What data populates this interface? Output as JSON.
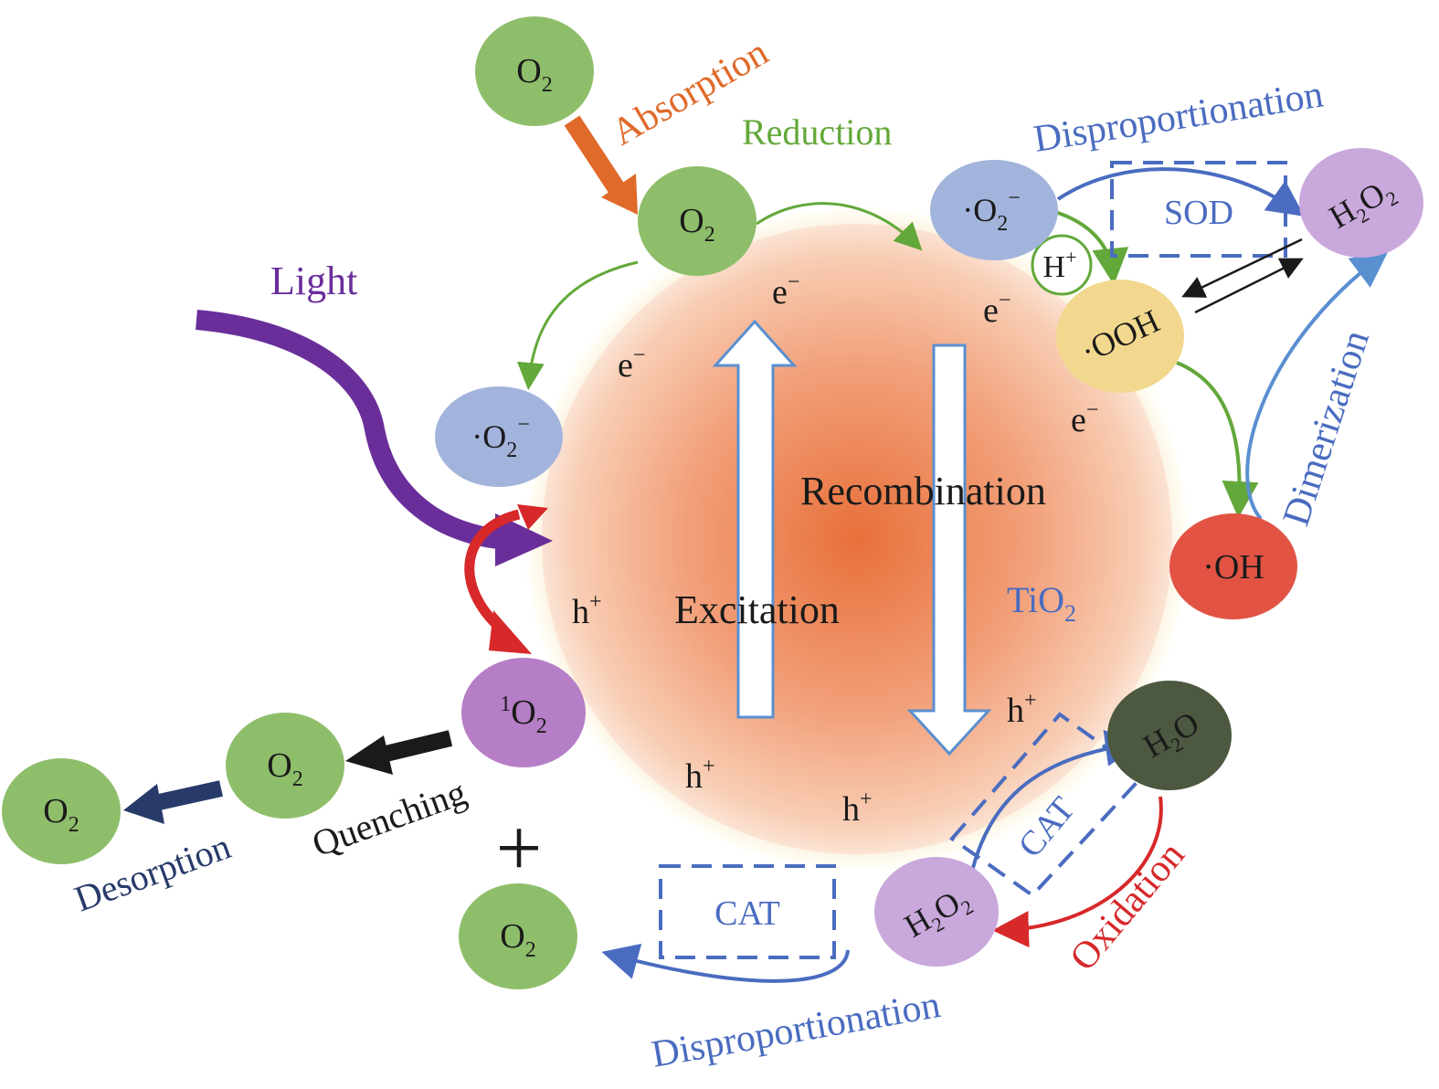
{
  "colors": {
    "o2": "#8fbe6b",
    "superoxide": "#a3b4dc",
    "peroxide": "#c9a8dc",
    "ooh": "#f2d88e",
    "oh": "#e25344",
    "singlet": "#b67ec6",
    "water": "#4c5840",
    "orange": "#e06a2a",
    "green": "#63a83a",
    "blue": "#4a6cc0",
    "lightblue": "#5a8fd0",
    "purple": "#6a2e9a",
    "red": "#d7282a",
    "navy": "#283a6a",
    "black": "#1a1a1a"
  },
  "particle": {
    "label_main": "TiO",
    "label_sub": "2"
  },
  "electrons": [
    {
      "text": "e",
      "sup": "−"
    },
    {
      "text": "e",
      "sup": "−"
    },
    {
      "text": "e",
      "sup": "−"
    },
    {
      "text": "e",
      "sup": "−"
    }
  ],
  "holes": [
    {
      "text": "h",
      "sup": "+"
    },
    {
      "text": "h",
      "sup": "+"
    },
    {
      "text": "h",
      "sup": "+"
    },
    {
      "text": "h",
      "sup": "+"
    }
  ],
  "species": {
    "o2_top": {
      "text": "O",
      "sub": "2"
    },
    "o2_surface": {
      "text": "O",
      "sub": "2"
    },
    "superoxide_left": {
      "text": "·O",
      "sub": "2",
      "sup": "−"
    },
    "superoxide_right": {
      "text": "·O",
      "sub": "2",
      "sup": "−"
    },
    "h2o2_top": {
      "a": "H",
      "b": "O",
      "sub": "2"
    },
    "ooh": {
      "text": "·OOH"
    },
    "oh": {
      "text": "·OH"
    },
    "singlet_o2": {
      "pre": "1",
      "text": "O",
      "sub": "2"
    },
    "o2_quench": {
      "text": "O",
      "sub": "2"
    },
    "o2_desorb": {
      "text": "O",
      "sub": "2"
    },
    "o2_bottom": {
      "text": "O",
      "sub": "2"
    },
    "h2o": {
      "a": "H",
      "sub": "2",
      "b": "O"
    },
    "h2o2_bottom": {
      "a": "H",
      "b": "O",
      "sub": "2"
    },
    "hplus": {
      "text": "H",
      "sup": "+"
    }
  },
  "labels": {
    "absorption": "Absorption",
    "reduction": "Reduction",
    "disproportionation_top": "Disproportionation",
    "sod": "SOD",
    "light": "Light",
    "excitation": "Excitation",
    "recombination": "Recombination",
    "dimerization": "Dimerization",
    "quenching": "Quenching",
    "desorption": "Desorption",
    "plus": "+",
    "cat_bottom": "CAT",
    "cat_right": "CAT",
    "oxidation": "Oxidation",
    "disproportionation_bottom": "Disproportionation"
  }
}
